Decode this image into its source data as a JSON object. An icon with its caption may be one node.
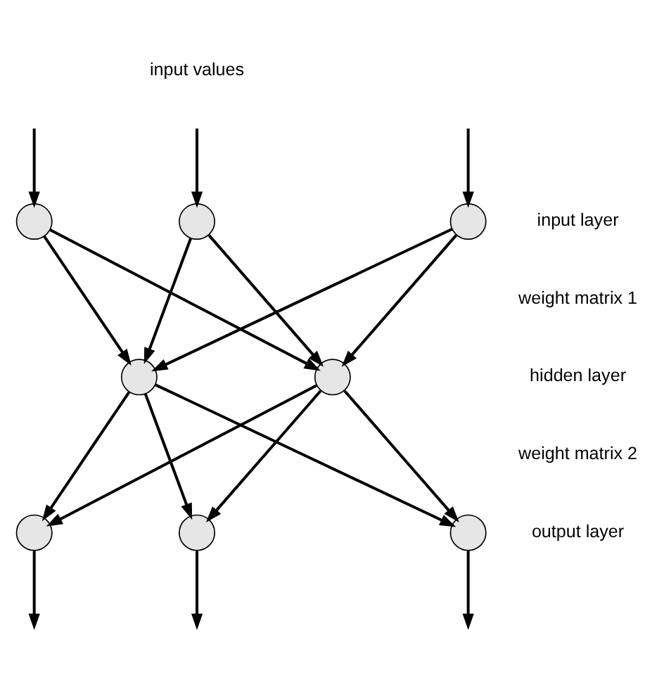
{
  "diagram": {
    "nodes": [
      {
        "text": [],
        "shape": "circle"
      },
      {
        "text": [],
        "shape": "circle"
      },
      {
        "text": [],
        "shape": "circle"
      },
      {
        "text": [],
        "shape": "circle"
      },
      {
        "text": [],
        "shape": "circle"
      },
      {
        "text": [],
        "shape": "circle"
      },
      {
        "text": [],
        "shape": "circle"
      },
      {
        "text": [],
        "shape": "circle"
      }
    ],
    "edges": [
      {
        "from": null,
        "to": 0,
        "arrow": "to"
      },
      {
        "from": null,
        "to": 1,
        "arrow": "to"
      },
      {
        "from": null,
        "to": 2,
        "arrow": "to"
      },
      {
        "from": 0,
        "to": 3,
        "arrow": "to"
      },
      {
        "from": 0,
        "to": 4,
        "arrow": "to"
      },
      {
        "from": 1,
        "to": 3,
        "arrow": "to"
      },
      {
        "from": 1,
        "to": 4,
        "arrow": "to"
      },
      {
        "from": 2,
        "to": 3,
        "arrow": "to"
      },
      {
        "from": 2,
        "to": 4,
        "arrow": "to"
      },
      {
        "from": 3,
        "to": 5,
        "arrow": "to"
      },
      {
        "from": 3,
        "to": 6,
        "arrow": "to"
      },
      {
        "from": 3,
        "to": 7,
        "arrow": "to"
      },
      {
        "from": 4,
        "to": 5,
        "arrow": "to"
      },
      {
        "from": 4,
        "to": 6,
        "arrow": "to"
      },
      {
        "from": 4,
        "to": 7,
        "arrow": "to"
      },
      {
        "from": 5,
        "to": null,
        "arrow": "to"
      },
      {
        "from": 6,
        "to": null,
        "arrow": "to"
      },
      {
        "from": 7,
        "to": null,
        "arrow": "to"
      }
    ],
    "labels": [
      "input values",
      "input layer",
      "weight matrix 1",
      "hidden layer",
      "weight matrix 2",
      "output layer"
    ]
  }
}
